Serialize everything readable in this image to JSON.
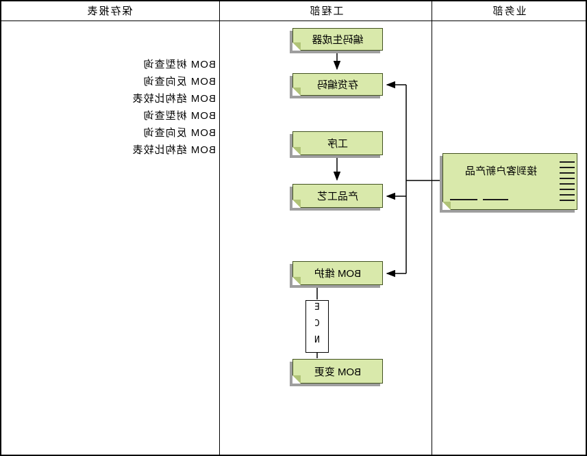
{
  "header": {
    "columns": [
      {
        "label": "业务部"
      },
      {
        "label": "工程部"
      },
      {
        "label": "保存报表"
      }
    ]
  },
  "flow": {
    "boxes": [
      {
        "name": "code-generator",
        "label": "编码生成器"
      },
      {
        "name": "inventory-code",
        "label": "存货编码"
      },
      {
        "name": "process",
        "label": "工序"
      },
      {
        "name": "product-process",
        "label": "产品工艺"
      },
      {
        "name": "bom-maintenance",
        "label": "BOM 维护"
      },
      {
        "name": "bom-change",
        "label": "BOM 变更"
      }
    ],
    "ecn_label": "ECN",
    "business_box": {
      "label": "接到客户新产品"
    }
  },
  "reports": {
    "items": [
      "BOM 树型查询",
      "BOM 反向查询",
      "BOM 结构比较表",
      "BOM 树型查询",
      "BOM 反向查询",
      "BOM 结构比较表"
    ]
  },
  "colors": {
    "background": "#ffffff",
    "line": "#000000",
    "note_fill": "#d9e9ab",
    "note_border": "#41511f",
    "note_shadow": "#9e9e9e",
    "fold_flap": "#b0c377"
  }
}
